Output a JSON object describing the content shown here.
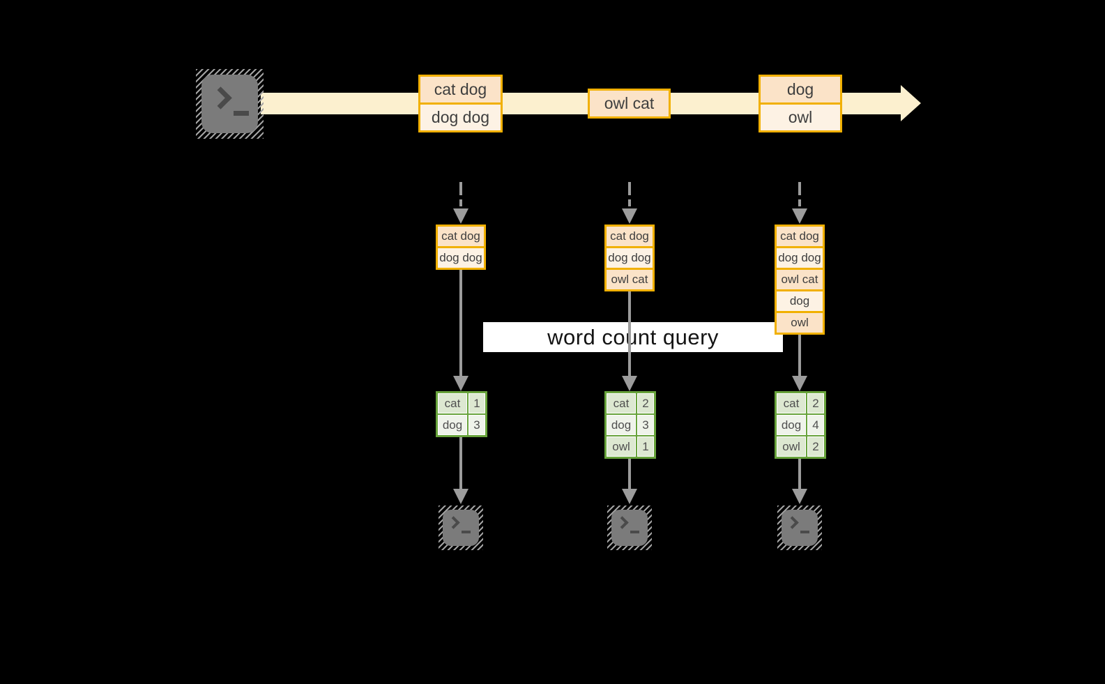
{
  "diagram": {
    "query_label": "word count query",
    "stream": {
      "batches": [
        {
          "rows": [
            "cat dog",
            "dog dog"
          ]
        },
        {
          "rows": [
            "owl cat"
          ]
        },
        {
          "rows": [
            "dog",
            "owl"
          ]
        }
      ]
    },
    "columns": [
      {
        "buffer": [
          "cat dog",
          "dog dog"
        ],
        "table": {
          "rows": [
            {
              "word": "cat",
              "count": "1"
            },
            {
              "word": "dog",
              "count": "3"
            }
          ]
        }
      },
      {
        "buffer": [
          "cat dog",
          "dog dog",
          "owl cat"
        ],
        "table": {
          "rows": [
            {
              "word": "cat",
              "count": "2"
            },
            {
              "word": "dog",
              "count": "3"
            },
            {
              "word": "owl",
              "count": "1"
            }
          ]
        }
      },
      {
        "buffer": [
          "cat dog",
          "dog dog",
          "owl cat",
          "dog",
          "owl"
        ],
        "table": {
          "rows": [
            {
              "word": "cat",
              "count": "2"
            },
            {
              "word": "dog",
              "count": "4"
            },
            {
              "word": "owl",
              "count": "2"
            }
          ]
        }
      }
    ],
    "icons": {
      "source": "terminal-icon",
      "consumers": [
        "terminal-icon",
        "terminal-icon",
        "terminal-icon"
      ]
    },
    "colors": {
      "background": "#000000",
      "stream_fill": "#fcf0cf",
      "box_border": "#f1b000",
      "box_fill_peach": "#fbe3c8",
      "box_fill_cream": "#fdf2e4",
      "table_border": "#68a33b",
      "table_row_dark": "#dde8d1",
      "table_row_light": "#eff3ea",
      "arrow_gray": "#9c9c9c",
      "banner_fill": "#ffffff"
    }
  }
}
